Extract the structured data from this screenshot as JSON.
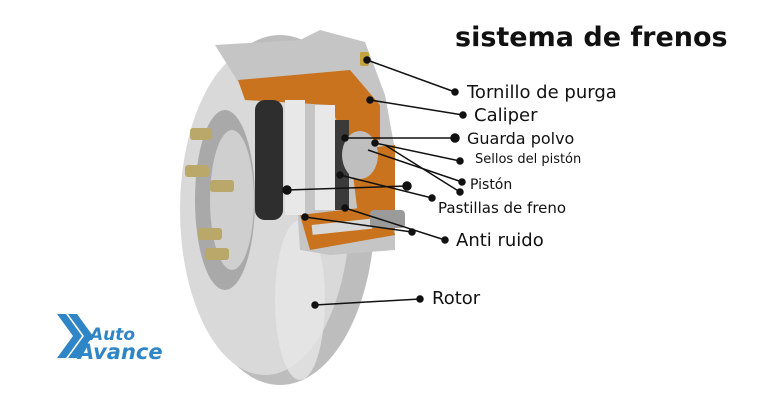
{
  "title": "sistema de frenos",
  "labels": {
    "tornillo": "Tornillo de purga",
    "caliper": "Caliper",
    "guarda": "Guarda polvo",
    "sellos": "Sellos del pistón",
    "piston": "Pistón",
    "pastillas": "Pastillas de freno",
    "antiruido": "Anti ruido",
    "rotor": "Rotor"
  },
  "logo": {
    "line1": "Auto",
    "line2": "Avance",
    "color": "#2e86c6"
  },
  "colors": {
    "caliper_cut": "#c9731f",
    "metal": "#c8c8c8",
    "leader": "#111111"
  }
}
